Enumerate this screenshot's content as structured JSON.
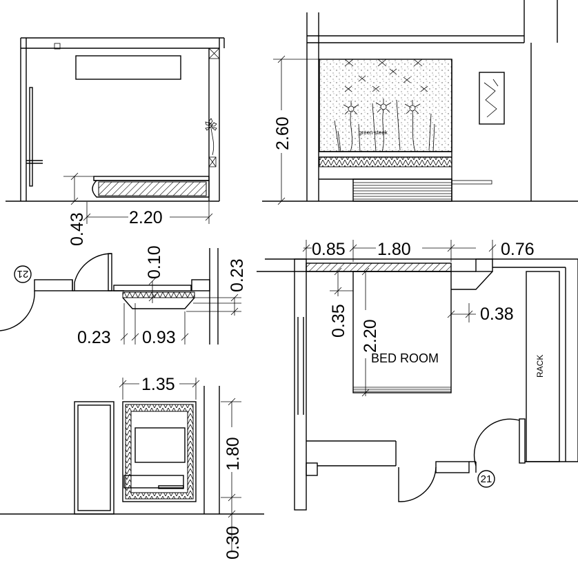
{
  "dims": {
    "left_elev_width": "2.20",
    "left_elev_height": "0.43",
    "right_elev_height": "2.60",
    "detail_thickness": "0.10",
    "detail_depth": "0.23",
    "detail_left": "0.23",
    "detail_width": "0.93",
    "bed_width": "1.35",
    "bed_length": "1.80",
    "bed_base": "0.30",
    "plan_left": "0.85",
    "plan_bed_width": "1.80",
    "plan_right": "0.76",
    "plan_head": "0.35",
    "plan_bed_length": "2.20",
    "plan_side": "0.38"
  },
  "labels": {
    "room_name": "BED ROOM",
    "rack": "RACK",
    "artwork_text": "green steek",
    "door_tag_left": "21",
    "door_tag_right": "21"
  }
}
